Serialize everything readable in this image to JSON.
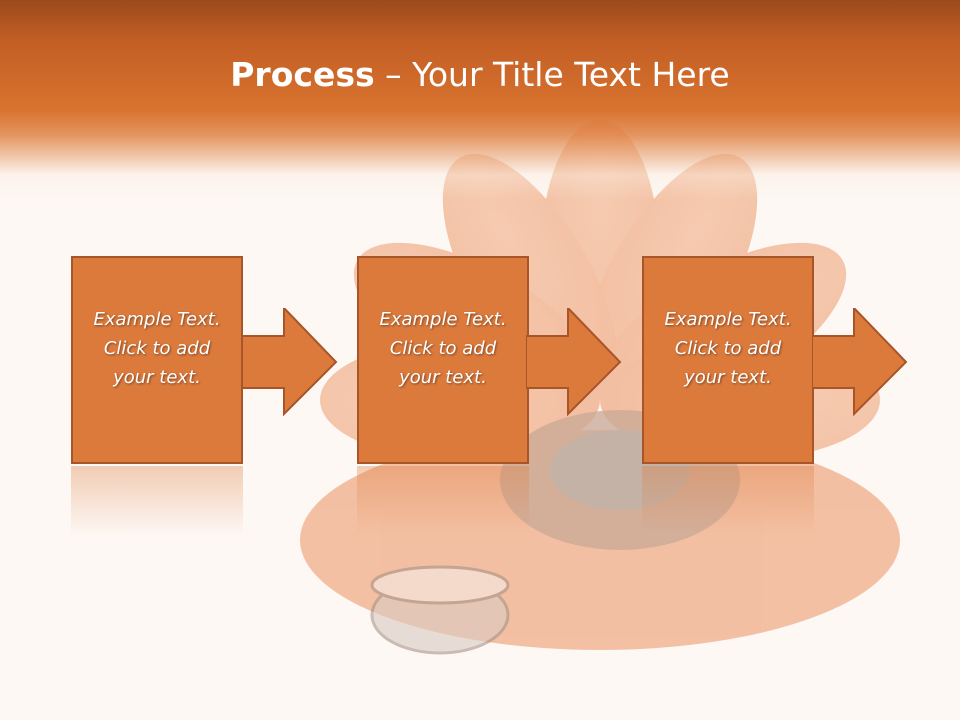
{
  "title": {
    "bold": "Process",
    "rest": " – Your Title Text Here"
  },
  "steps": [
    {
      "text": "Example Text.\nClick  to add\nyour text."
    },
    {
      "text": "Example Text.\nClick  to add\nyour text."
    },
    {
      "text": "Example Text.\nClick  to add\nyour text."
    }
  ],
  "colors": {
    "accent": "#dc7a3c",
    "header": "#c25e24",
    "border": "#a8552a"
  },
  "icons": [
    "arrow-right-icon"
  ]
}
